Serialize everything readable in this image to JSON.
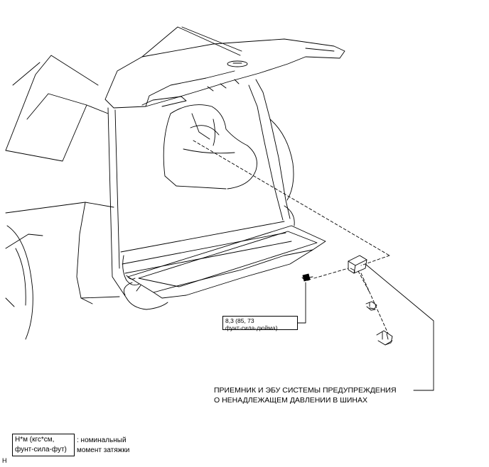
{
  "torque_callout": {
    "line1": "8,3 (85, 73",
    "line2": "фунт-сила-дюйма)"
  },
  "part_label": {
    "line1": "ПРИЕМНИК И ЭБУ СИСТЕМЫ ПРЕДУПРЕЖДЕНИЯ",
    "line2": "О НЕНАДЛЕЖАЩЕМ ДАВЛЕНИИ В ШИНАХ"
  },
  "legend": {
    "unit_line1": "Н*м (кгс*см,",
    "unit_line2": "фунт-сила-фут)",
    "desc_line1": ": номинальный",
    "desc_line2": "момент затяжки"
  },
  "corner_code": "H",
  "colors": {
    "line": "#000000",
    "background": "#ffffff"
  }
}
